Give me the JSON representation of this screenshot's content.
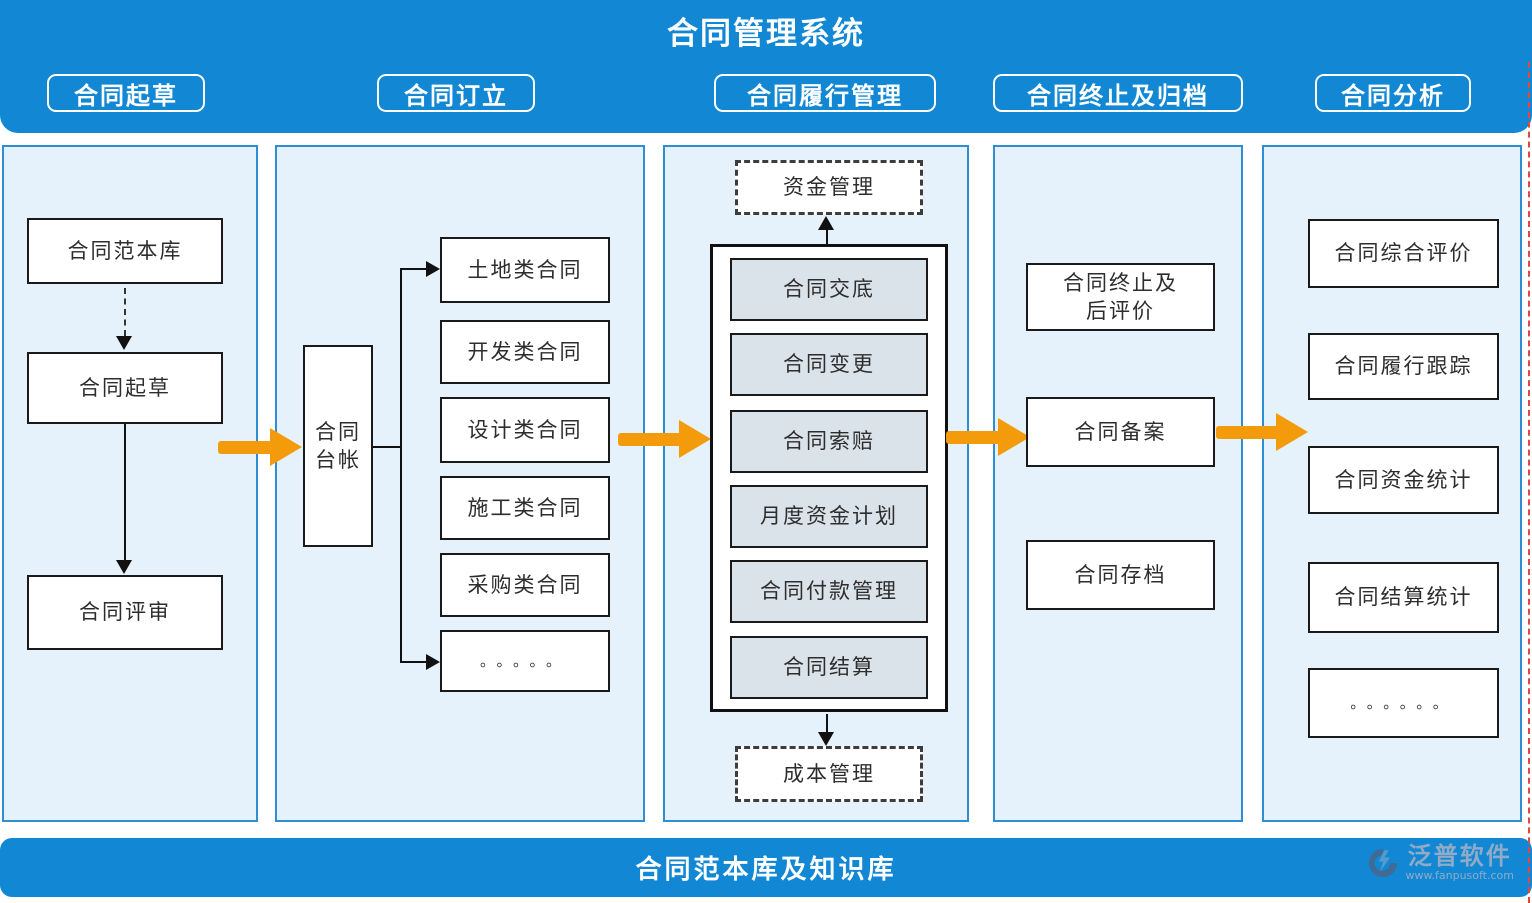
{
  "header": {
    "title": "合同管理系统",
    "phases": [
      "合同起草",
      "合同订立",
      "合同履行管理",
      "合同终止及归档",
      "合同分析"
    ]
  },
  "drafting": {
    "template_library": "合同范本库",
    "draft": "合同起草",
    "review": "合同评审"
  },
  "signing": {
    "ledger_line1": "合同",
    "ledger_line2": "台帐",
    "types": [
      "土地类合同",
      "开发类合同",
      "设计类合同",
      "施工类合同",
      "采购类合同",
      "。。。。。"
    ]
  },
  "performance": {
    "fund_management": "资金管理",
    "steps": [
      "合同交底",
      "合同变更",
      "合同索赔",
      "月度资金计划",
      "合同付款管理",
      "合同结算"
    ],
    "cost_management": "成本管理"
  },
  "termination": {
    "post_eval_line1": "合同终止及",
    "post_eval_line2": "后评价",
    "filing": "合同备案",
    "archive": "合同存档"
  },
  "analysis": {
    "items": [
      "合同综合评价",
      "合同履行跟踪",
      "合同资金统计",
      "合同结算统计",
      "。。。。。。"
    ]
  },
  "footer": {
    "label": "合同范本库及知识库",
    "brand": "泛普软件",
    "brand_url": "www.fanpusoft.com"
  },
  "colors": {
    "banner_blue": "#1287d4",
    "panel_bg": "#e5f1fb",
    "panel_border": "#2e8dd3",
    "box_border": "#1a1a1a",
    "inner_box_bg": "#dbe3ea",
    "dashed_box_border": "#3d3d3d",
    "arrow_orange": "#f49b0c",
    "edge_marker_red": "#e2483d"
  }
}
